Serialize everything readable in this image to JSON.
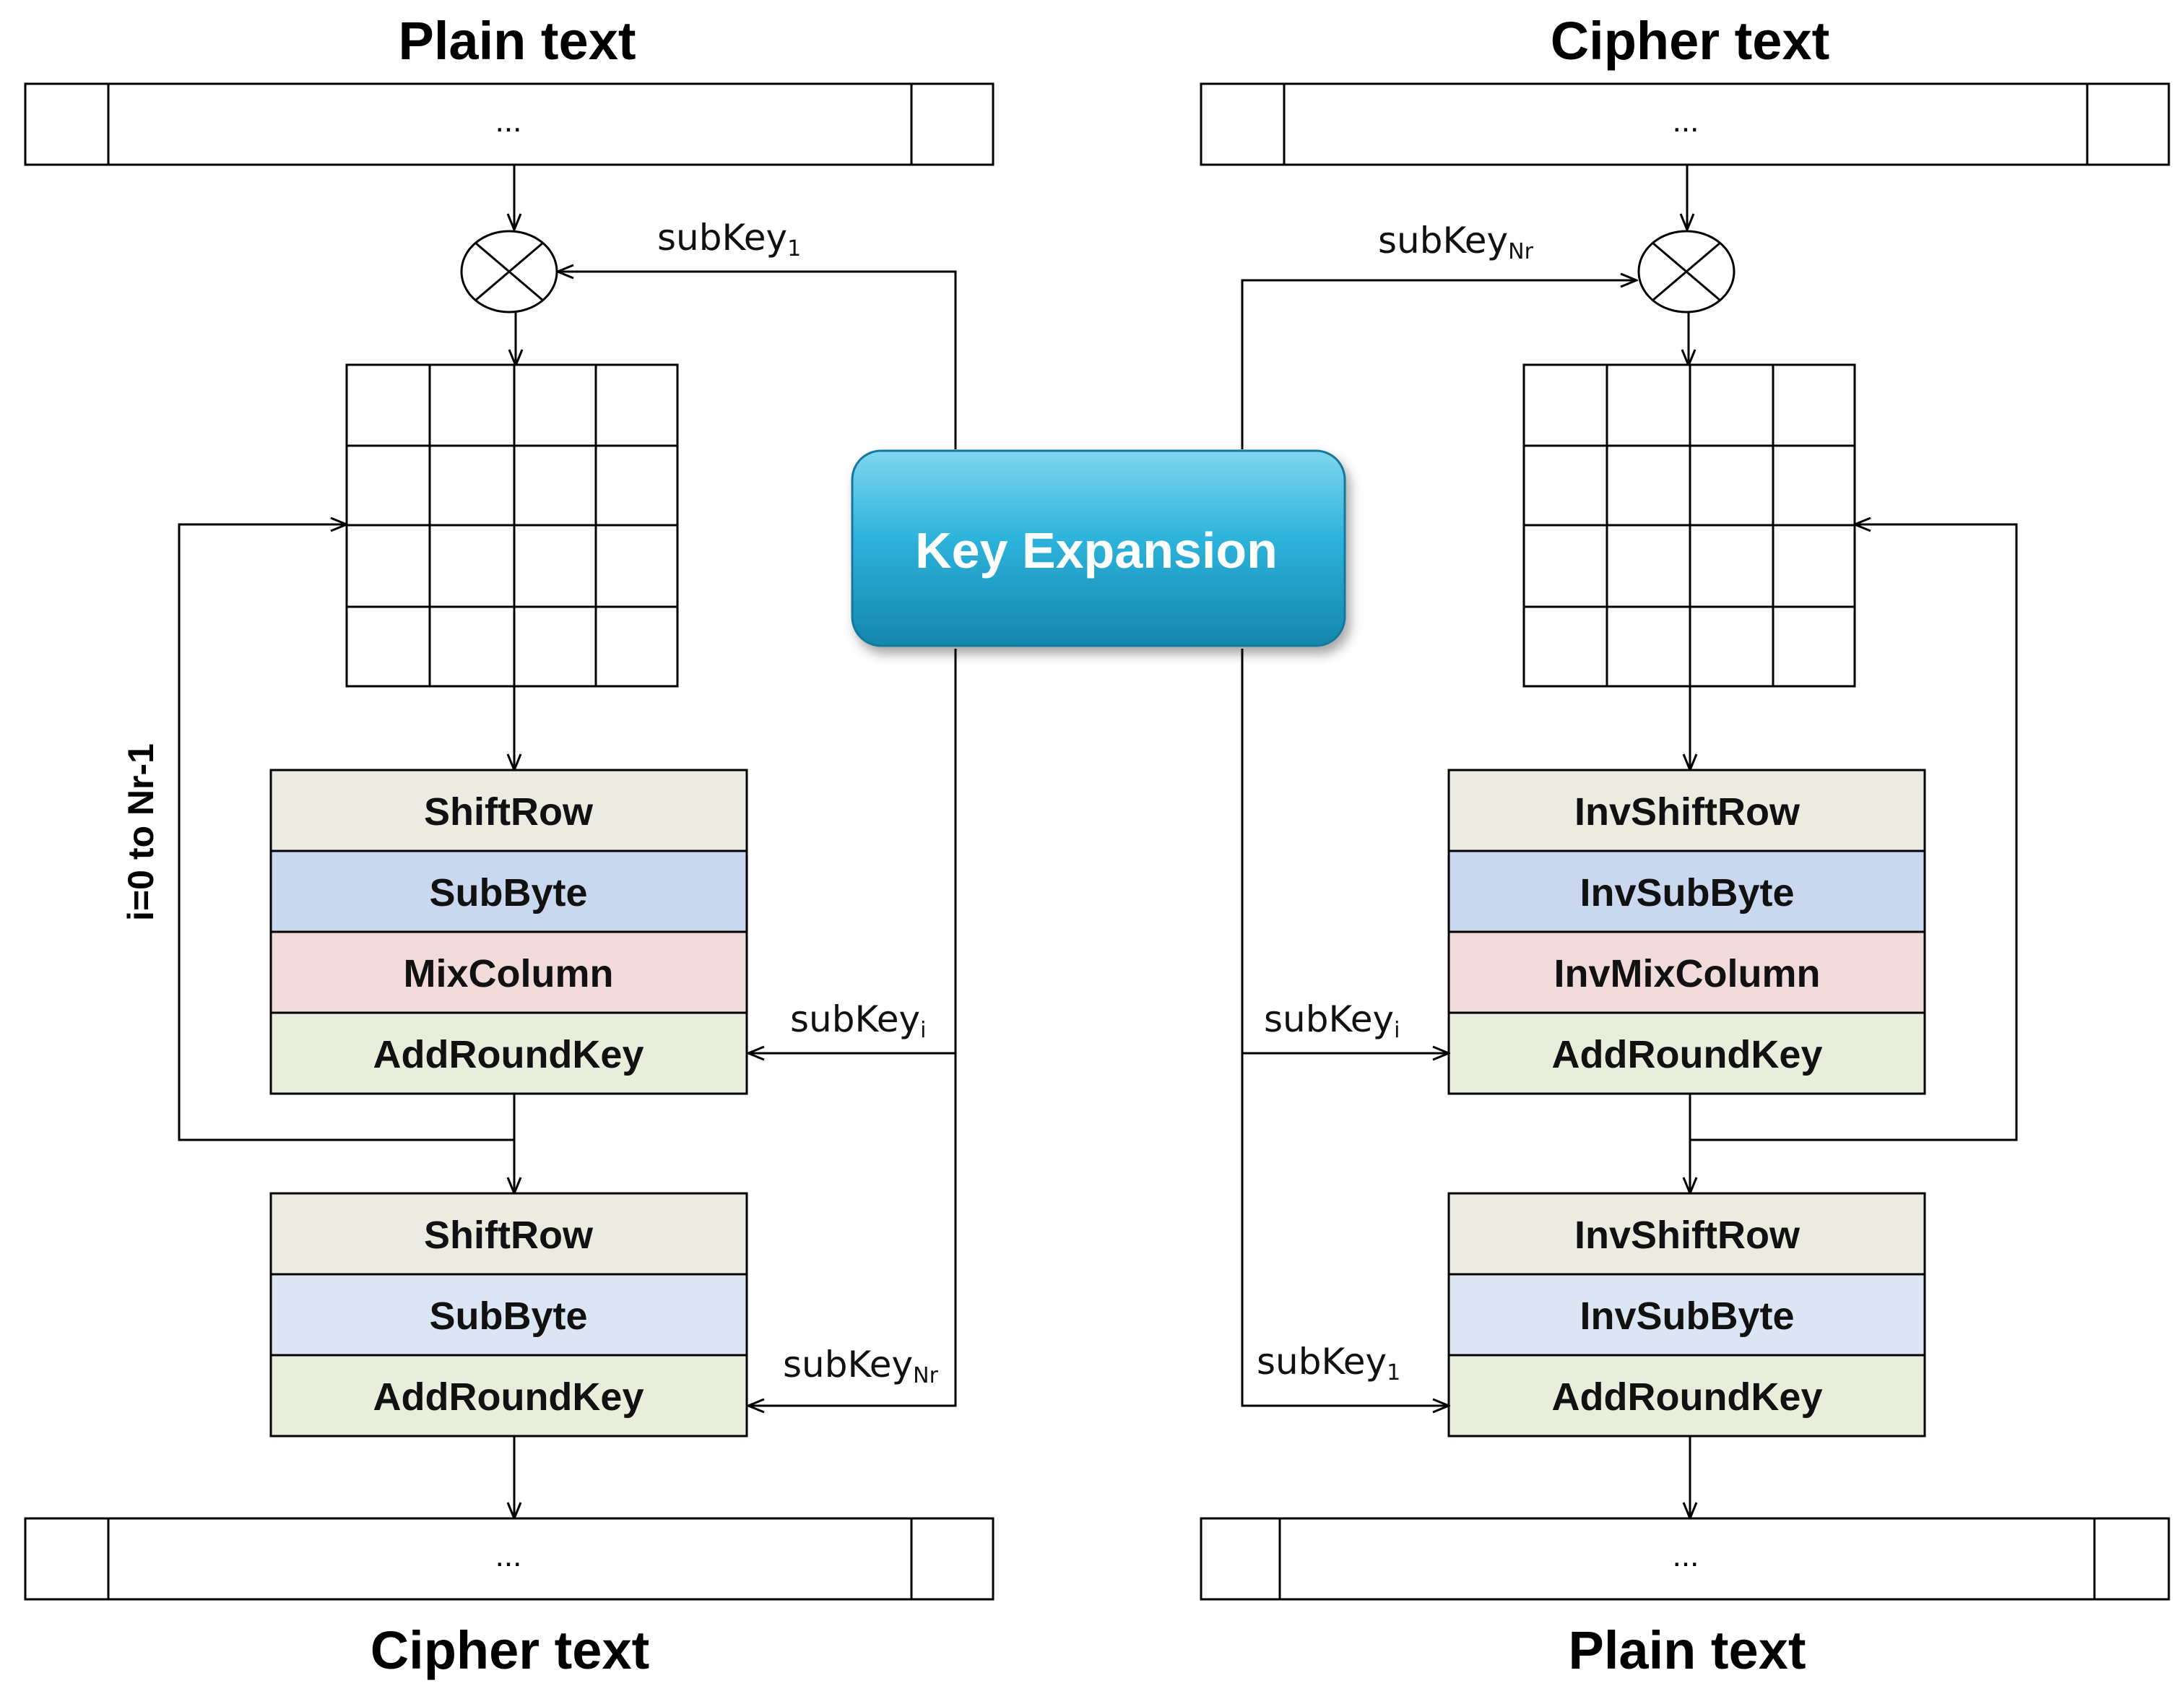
{
  "encryption": {
    "input_label": "Plain text",
    "output_label": "Cipher text",
    "input_dots": "...",
    "output_dots": "...",
    "subkey_first": {
      "base": "subKey",
      "sub": "1"
    },
    "subkey_round": {
      "base": "subKey",
      "sub": "i"
    },
    "subkey_last": {
      "base": "subKey",
      "sub": "Nr"
    },
    "loop_label": "i=0 to Nr-1",
    "round_steps": [
      "ShiftRow",
      "SubByte",
      "MixColumn",
      "AddRoundKey"
    ],
    "final_steps": [
      "ShiftRow",
      "SubByte",
      "AddRoundKey"
    ]
  },
  "decryption": {
    "input_label": "Cipher text",
    "output_label": "Plain text",
    "input_dots": "...",
    "output_dots": "...",
    "subkey_first": {
      "base": "subKey",
      "sub": "Nr"
    },
    "subkey_round": {
      "base": "subKey",
      "sub": "i"
    },
    "subkey_last": {
      "base": "subKey",
      "sub": "1"
    },
    "round_steps": [
      "InvShiftRow",
      "InvSubByte",
      "InvMixColumn",
      "AddRoundKey"
    ],
    "final_steps": [
      "InvShiftRow",
      "InvSubByte",
      "AddRoundKey"
    ]
  },
  "key_expansion": {
    "label": "Key Expansion",
    "color": "#1aa3cf"
  },
  "step_colors": {
    "ShiftRow": "#ecebe1",
    "SubByte": "#c9d8ef",
    "MixColumn": "#f0dada",
    "AddRoundKey": "#e9eedc",
    "SubByteLight": "#dce5f4"
  }
}
